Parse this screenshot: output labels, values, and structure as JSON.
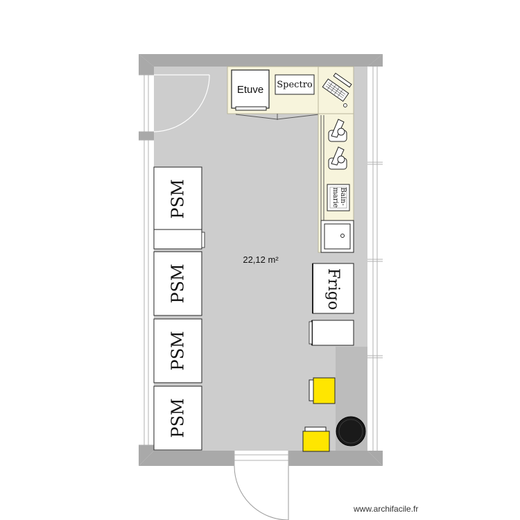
{
  "plan": {
    "area_label": "22,12 m²",
    "psm_label": "PSM",
    "furniture_labels": {
      "oven": "Etuve",
      "spectro": "Spectro",
      "water_bath": "Bain-\nmarie",
      "fridge": "Frigo"
    }
  },
  "footer": {
    "credit": "www.archifacile.fr"
  },
  "colors": {
    "wall": "#a9a9a9",
    "floor": "#cdcdcd",
    "counter": "#f7f4dc",
    "chair": "#ffe600",
    "stool": "#1a1a1a"
  },
  "icons": [
    "door-swing-icon",
    "window-icon",
    "keyboard-icon",
    "microscope-icon",
    "sink-icon",
    "chair-icon",
    "stool-icon"
  ]
}
